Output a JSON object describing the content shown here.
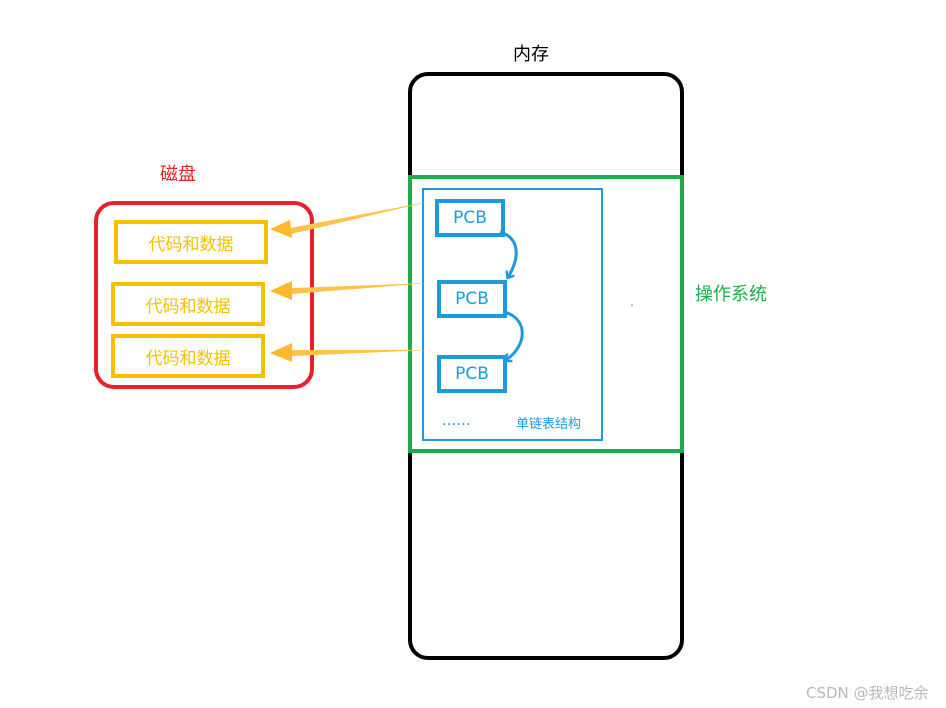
{
  "memory": {
    "title": "内存"
  },
  "disk": {
    "title": "磁盘",
    "items": [
      "代码和数据",
      "代码和数据",
      "代码和数据"
    ]
  },
  "os": {
    "label": "操作系统",
    "list": {
      "nodes": [
        "PCB",
        "PCB",
        "PCB"
      ],
      "ellipsis": "......",
      "label": "单链表结构"
    }
  },
  "watermark": "CSDN @我想吃余",
  "colors": {
    "memory_border": "#000000",
    "disk": "#e8202a",
    "code_data": "#f5c000",
    "os": "#1fac4a",
    "pcb": "#1a9bdc",
    "mapping_arrow": "#ffc24a"
  }
}
